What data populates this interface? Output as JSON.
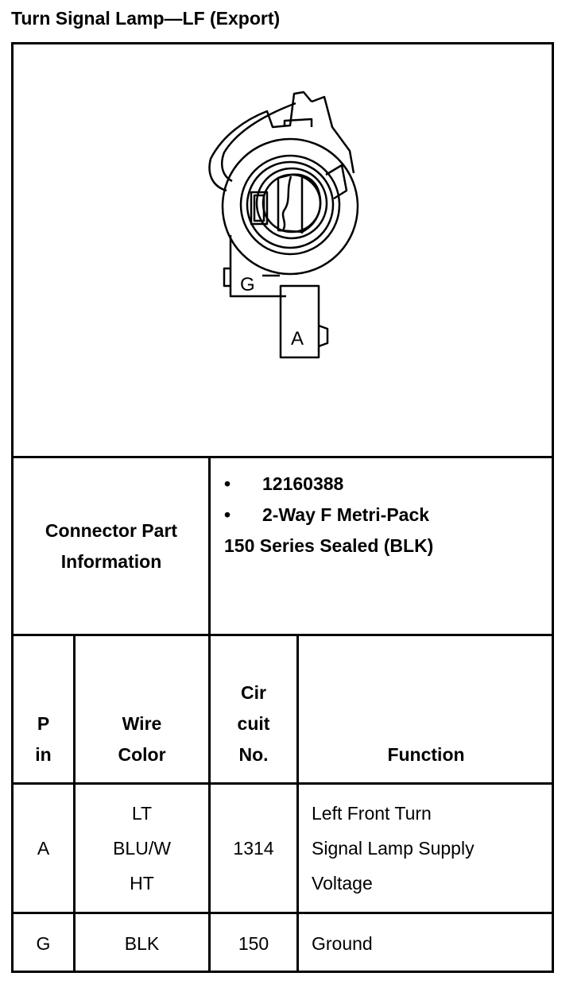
{
  "title": "Turn Signal Lamp—LF (Export)",
  "diagram": {
    "terminal_labels": [
      "G",
      "A"
    ]
  },
  "connector": {
    "label_lines": [
      "Connector Part",
      "Information"
    ],
    "bullets": [
      "12160388",
      "2-Way F Metri-Pack"
    ],
    "extra_line": "150 Series Sealed (BLK)"
  },
  "table": {
    "headers": {
      "pin": [
        "P",
        "in"
      ],
      "wire_color": [
        "Wire",
        "Color"
      ],
      "circuit": [
        "Cir",
        "cuit",
        "No."
      ],
      "function": [
        "Function"
      ]
    },
    "rows": [
      {
        "pin": "A",
        "wire_color": [
          "LT",
          "BLU/W",
          "HT"
        ],
        "circuit": "1314",
        "function": [
          "Left Front Turn",
          "Signal Lamp Supply",
          "Voltage"
        ]
      },
      {
        "pin": "G",
        "wire_color": [
          "BLK"
        ],
        "circuit": "150",
        "function": [
          "Ground"
        ]
      }
    ]
  }
}
